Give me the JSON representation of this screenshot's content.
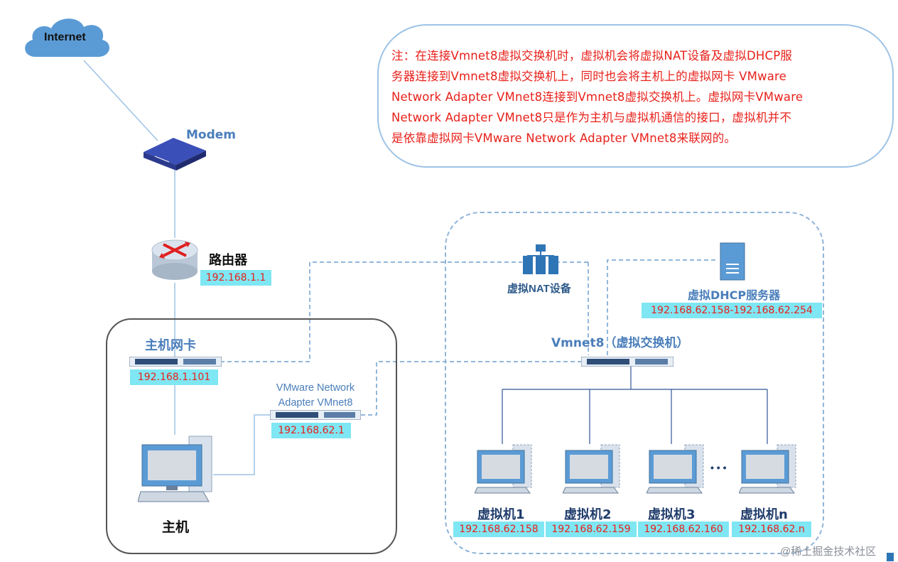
{
  "internet": {
    "label": "Internet"
  },
  "modem": {
    "label": "Modem"
  },
  "router": {
    "label": "路由器",
    "ip": "192.168.1.1"
  },
  "host_nic": {
    "label": "主机网卡",
    "ip": "192.168.1.101"
  },
  "vmnet8_adapter": {
    "label_line1": "VMware Network",
    "label_line2": "Adapter VMnet8",
    "ip": "192.168.62.1"
  },
  "host": {
    "label": "主机"
  },
  "nat": {
    "label": "虚拟NAT设备"
  },
  "dhcp": {
    "label": "虚拟DHCP服务器",
    "ip_range": "192.168.62.158-192.168.62.254"
  },
  "switch": {
    "label": "Vmnet8（虚拟交换机）"
  },
  "vms": [
    {
      "name": "虚拟机1",
      "ip": "192.168.62.158"
    },
    {
      "name": "虚拟机2",
      "ip": "192.168.62.159"
    },
    {
      "name": "虚拟机3",
      "ip": "192.168.62.160"
    },
    {
      "name": "虚拟机n",
      "ip": "192.168.62.n"
    }
  ],
  "ellipsis": "• • •",
  "note": {
    "lines": [
      "注：在连接Vmnet8虚拟交换机时，虚拟机会将虚拟NAT设备及虚拟DHCP服",
      "务器连接到Vmnet8虚拟交换机上，同时也会将主机上的虚拟网卡 VMware",
      "Network Adapter VMnet8连接到Vmnet8虚拟交换机上。虚拟网卡VMware",
      "Network Adapter VMnet8只是作为主机与虚拟机通信的接口，虚拟机并不",
      "是依靠虚拟网卡VMware Network Adapter VMnet8来联网的。"
    ]
  },
  "watermark": "@稀土掘金技术社区",
  "colors": {
    "accent_blue": "#4a7ebb",
    "note_red": "#e8211b",
    "ip_bg": "#7fe6f3"
  }
}
